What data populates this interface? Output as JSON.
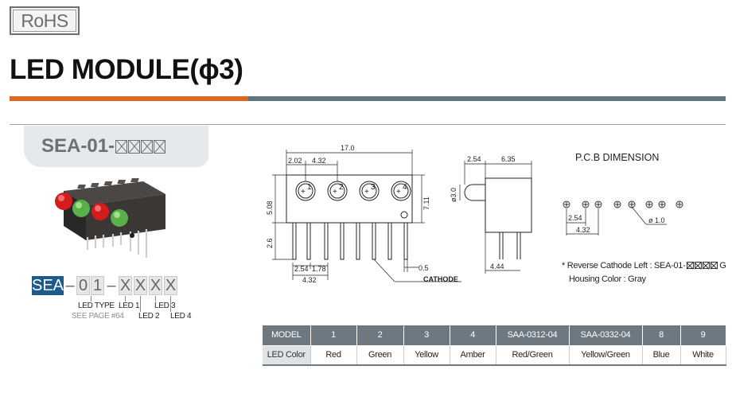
{
  "badge": {
    "text": "RoHS"
  },
  "page_title": "LED MODULE(ϕ3)",
  "model": {
    "prefix": "SEA-01-",
    "suffix_boxes": 4
  },
  "part_code": {
    "prefix": "SEA",
    "dash": "–",
    "type_digits": [
      "0",
      "1"
    ],
    "led_digits": [
      "X",
      "X",
      "X",
      "X"
    ],
    "labels": {
      "led_type": "LED TYPE",
      "see_page": "SEE PAGE #64",
      "led1": "LED 1",
      "led2": "LED 2",
      "led3": "LED 3",
      "led4": "LED 4"
    }
  },
  "front_view": {
    "overall": "17.0",
    "d1": "2.02",
    "d2": "4.32",
    "height": "5.08",
    "height2": "7.11",
    "pin_len": "2.6",
    "pitch_a": "2.54",
    "pitch_b": "1.78",
    "pitch_c": "4.32",
    "pin_w": "0.5",
    "cathode": "CATHODE",
    "led_numbers": [
      "1",
      "2",
      "3",
      "4"
    ]
  },
  "side_view": {
    "w1": "2.54",
    "w2": "6.35",
    "dia": "ø3.0",
    "bottom": "4.44"
  },
  "pcb": {
    "title": "P.C.B DIMENSION",
    "pitch": "2.54",
    "group": "4.32",
    "hole": "ø 1.0"
  },
  "notes": {
    "line1_prefix": "* Reverse Cathode Left : SEA-01-",
    "line1_suffix": "G",
    "line2": "Housing Color : Gray"
  },
  "table": {
    "header_label": "MODEL",
    "row_label": "LED Color",
    "models": [
      "1",
      "2",
      "3",
      "4",
      "SAA-0312-04",
      "SAA-0332-04",
      "8",
      "9"
    ],
    "colors": [
      "Red",
      "Green",
      "Yellow",
      "Amber",
      "Red/Green",
      "Yellow/Green",
      "Blue",
      "White"
    ]
  }
}
